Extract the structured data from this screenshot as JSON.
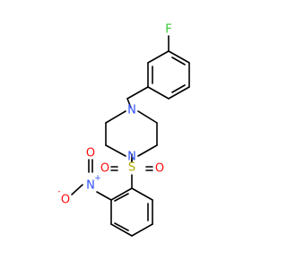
{
  "molecule": {
    "atoms": {
      "fluorine": {
        "symbol": "F",
        "color": "#33cc33"
      },
      "nitrogen_top": {
        "symbol": "N",
        "color": "#3050f8"
      },
      "nitrogen_bottom": {
        "symbol": "N",
        "color": "#3050f8"
      },
      "sulfur": {
        "symbol": "S",
        "color": "#b3a800"
      },
      "oxygen_left": {
        "symbol": "O",
        "color": "#ff0d0d"
      },
      "oxygen_right": {
        "symbol": "O",
        "color": "#ff0d0d"
      },
      "nitro_nitrogen": {
        "symbol": "N",
        "charge": "+",
        "color": "#3050f8"
      },
      "nitro_oxygen_minus": {
        "symbol": "O",
        "charge": "-",
        "color": "#ff0d0d"
      },
      "nitro_oxygen_double": {
        "symbol": "O",
        "color": "#ff0d0d"
      }
    }
  }
}
